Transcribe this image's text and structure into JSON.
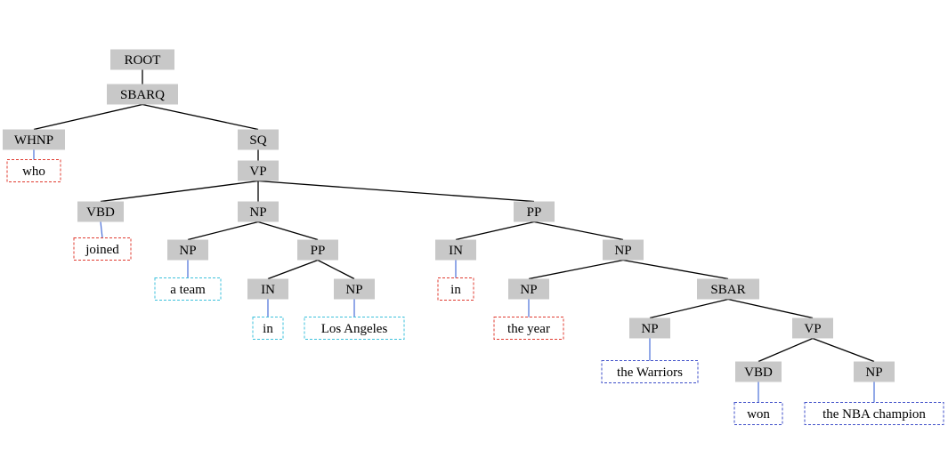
{
  "colors": {
    "node_fill": "#c8c8c8",
    "edge": "#000000",
    "leaf_edge": "#4a6fd8",
    "red": "#e03c31",
    "cyan": "#3ec1dc",
    "blue": "#3f4fc9"
  },
  "tree": {
    "nodes": [
      {
        "id": "root",
        "label": "ROOT",
        "kind": "tag"
      },
      {
        "id": "sbarq",
        "label": "SBARQ",
        "kind": "tag"
      },
      {
        "id": "whnp",
        "label": "WHNP",
        "kind": "tag"
      },
      {
        "id": "who",
        "label": "who",
        "kind": "leaf",
        "color": "red"
      },
      {
        "id": "sq",
        "label": "SQ",
        "kind": "tag"
      },
      {
        "id": "vp1",
        "label": "VP",
        "kind": "tag"
      },
      {
        "id": "vbd1",
        "label": "VBD",
        "kind": "tag"
      },
      {
        "id": "joined",
        "label": "joined",
        "kind": "leaf",
        "color": "red"
      },
      {
        "id": "np1",
        "label": "NP",
        "kind": "tag"
      },
      {
        "id": "np2",
        "label": "NP",
        "kind": "tag"
      },
      {
        "id": "ateam",
        "label": "a team",
        "kind": "leaf",
        "color": "cyan"
      },
      {
        "id": "pp1",
        "label": "PP",
        "kind": "tag"
      },
      {
        "id": "in1",
        "label": "IN",
        "kind": "tag"
      },
      {
        "id": "in1w",
        "label": "in",
        "kind": "leaf",
        "color": "cyan"
      },
      {
        "id": "np3",
        "label": "NP",
        "kind": "tag"
      },
      {
        "id": "la",
        "label": "Los Angeles",
        "kind": "leaf",
        "color": "cyan"
      },
      {
        "id": "pp2",
        "label": "PP",
        "kind": "tag"
      },
      {
        "id": "in2",
        "label": "IN",
        "kind": "tag"
      },
      {
        "id": "in2w",
        "label": "in",
        "kind": "leaf",
        "color": "red"
      },
      {
        "id": "np4",
        "label": "NP",
        "kind": "tag"
      },
      {
        "id": "np5",
        "label": "NP",
        "kind": "tag"
      },
      {
        "id": "theyear",
        "label": "the year",
        "kind": "leaf",
        "color": "red"
      },
      {
        "id": "sbar",
        "label": "SBAR",
        "kind": "tag"
      },
      {
        "id": "np6",
        "label": "NP",
        "kind": "tag"
      },
      {
        "id": "warriors",
        "label": "the Warriors",
        "kind": "leaf",
        "color": "blue"
      },
      {
        "id": "vp2",
        "label": "VP",
        "kind": "tag"
      },
      {
        "id": "vbd2",
        "label": "VBD",
        "kind": "tag"
      },
      {
        "id": "won",
        "label": "won",
        "kind": "leaf",
        "color": "blue"
      },
      {
        "id": "np7",
        "label": "NP",
        "kind": "tag"
      },
      {
        "id": "nba",
        "label": "the NBA champion",
        "kind": "leaf",
        "color": "blue"
      }
    ],
    "edges": [
      [
        "root",
        "sbarq"
      ],
      [
        "sbarq",
        "whnp"
      ],
      [
        "sbarq",
        "sq"
      ],
      [
        "whnp",
        "who"
      ],
      [
        "sq",
        "vp1"
      ],
      [
        "vp1",
        "vbd1"
      ],
      [
        "vp1",
        "np1"
      ],
      [
        "vp1",
        "pp2"
      ],
      [
        "vbd1",
        "joined"
      ],
      [
        "np1",
        "np2"
      ],
      [
        "np1",
        "pp1"
      ],
      [
        "np2",
        "ateam"
      ],
      [
        "pp1",
        "in1"
      ],
      [
        "pp1",
        "np3"
      ],
      [
        "in1",
        "in1w"
      ],
      [
        "np3",
        "la"
      ],
      [
        "pp2",
        "in2"
      ],
      [
        "pp2",
        "np4"
      ],
      [
        "in2",
        "in2w"
      ],
      [
        "np4",
        "np5"
      ],
      [
        "np4",
        "sbar"
      ],
      [
        "np5",
        "theyear"
      ],
      [
        "sbar",
        "np6"
      ],
      [
        "sbar",
        "vp2"
      ],
      [
        "np6",
        "warriors"
      ],
      [
        "vp2",
        "vbd2"
      ],
      [
        "vp2",
        "np7"
      ],
      [
        "vbd2",
        "won"
      ],
      [
        "np7",
        "nba"
      ]
    ]
  }
}
